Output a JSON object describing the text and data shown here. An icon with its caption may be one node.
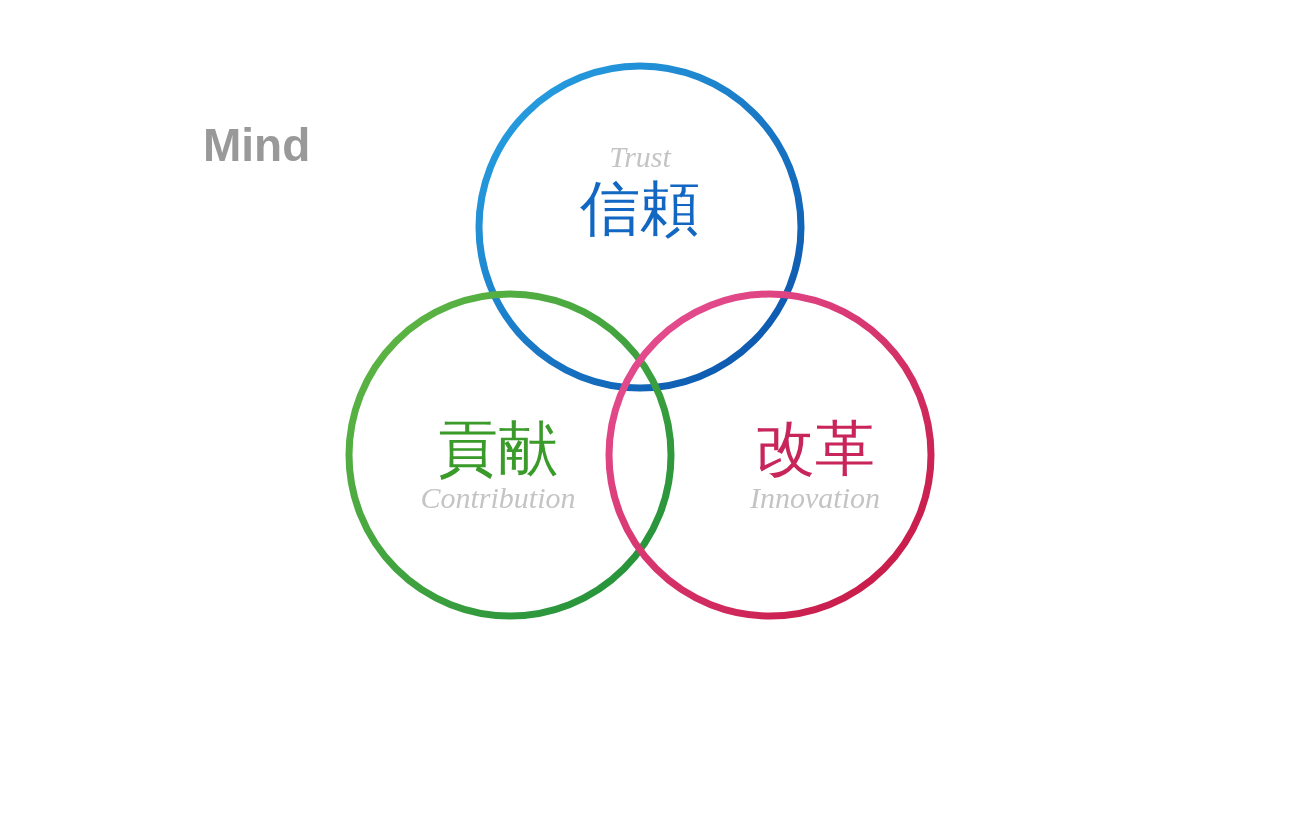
{
  "diagram": {
    "title": "Mind",
    "nodes": [
      {
        "text": [
          "Trust",
          "信頼"
        ]
      },
      {
        "text": [
          "貢献",
          "Contribution"
        ]
      },
      {
        "text": [
          "改革",
          "Innovation"
        ]
      }
    ]
  }
}
